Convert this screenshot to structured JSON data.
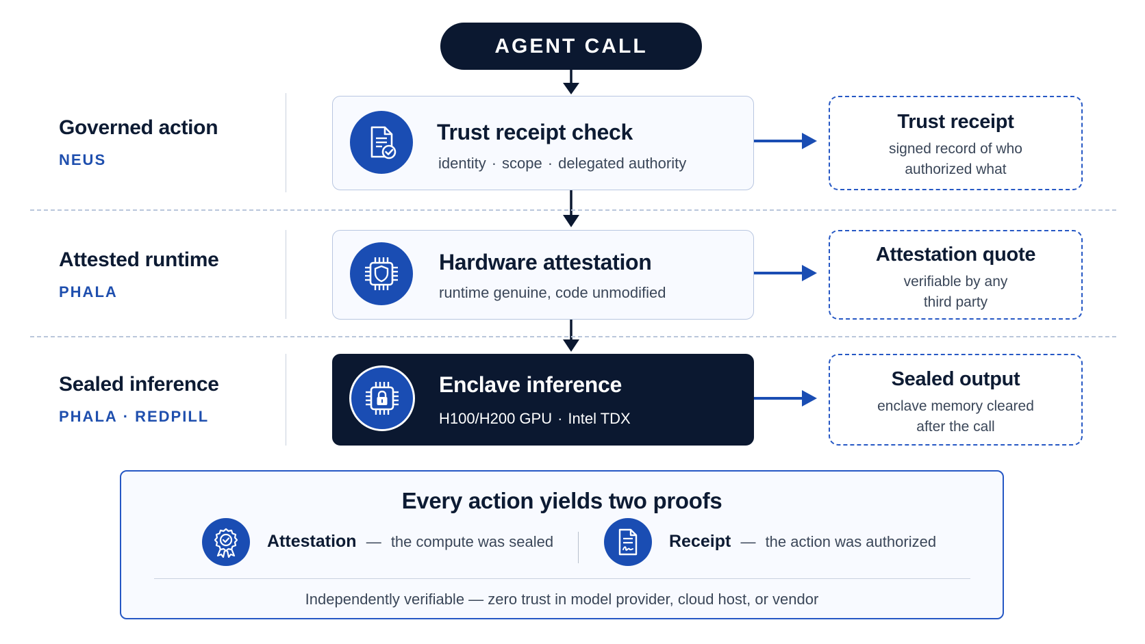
{
  "header": {
    "label": "AGENT CALL"
  },
  "tiers": [
    {
      "title": "Governed action",
      "sub": "NEUS",
      "card": {
        "title": "Trust receipt check",
        "tags": [
          "identity",
          "scope",
          "delegated authority"
        ],
        "dark": false,
        "icon": "document-check-icon"
      },
      "output": {
        "title": "Trust receipt",
        "desc1": "signed record of who",
        "desc2": "authorized what"
      }
    },
    {
      "title": "Attested runtime",
      "sub": "PHALA",
      "card": {
        "title": "Hardware attestation",
        "subtitle": "runtime genuine, code unmodified",
        "dark": false,
        "icon": "chip-shield-icon"
      },
      "output": {
        "title": "Attestation quote",
        "desc1": "verifiable by any",
        "desc2": "third party"
      }
    },
    {
      "title": "Sealed inference",
      "sub_parts": [
        "PHALA",
        "REDPILL"
      ],
      "card": {
        "title": "Enclave inference",
        "tags": [
          "H100/H200 GPU",
          "Intel TDX"
        ],
        "dark": true,
        "icon": "chip-lock-icon"
      },
      "output": {
        "title": "Sealed output",
        "desc1": "enclave memory cleared",
        "desc2": "after the call"
      }
    }
  ],
  "summary": {
    "title": "Every action yields two proofs",
    "proofs": [
      {
        "label": "Attestation",
        "dash": "—",
        "desc": "the compute was sealed",
        "icon": "award-badge-icon"
      },
      {
        "label": "Receipt",
        "dash": "—",
        "desc": "the action was authorized",
        "icon": "signed-document-icon"
      }
    ],
    "footer": "Independently verifiable — zero trust in model provider, cloud host, or vendor"
  },
  "colors": {
    "navy": "#0b1830",
    "accent": "#1a4db3",
    "dashed_border": "#2557c4",
    "arrow": "#1a4db3"
  },
  "dot_separator": "·"
}
